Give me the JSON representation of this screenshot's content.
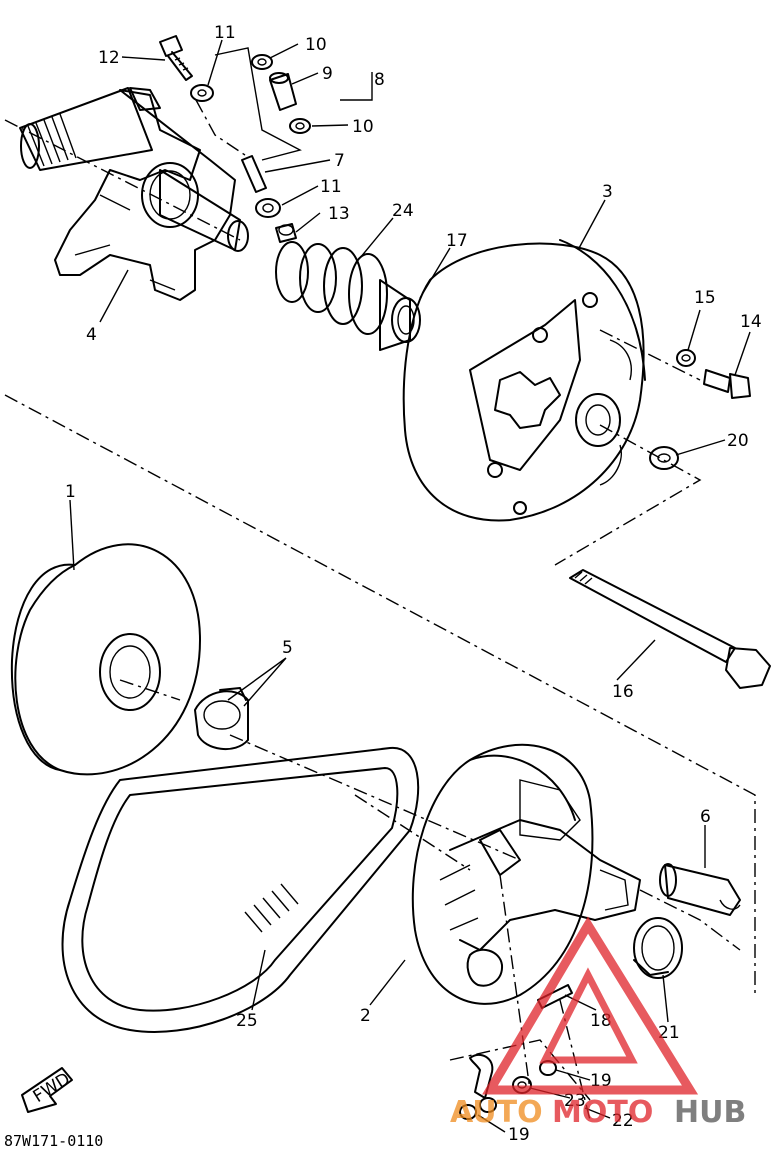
{
  "labels": {
    "p1": "1",
    "p2": "2",
    "p3": "3",
    "p4": "4",
    "p5": "5",
    "p6": "6",
    "p7": "7",
    "p8": "8",
    "p9": "9",
    "p10a": "10",
    "p10b": "10",
    "p11a": "11",
    "p11b": "11",
    "p12": "12",
    "p13": "13",
    "p14": "14",
    "p15": "15",
    "p16": "16",
    "p17": "17",
    "p19a": "19",
    "p19b": "19",
    "p18": "18",
    "p20": "20",
    "p21": "21",
    "p22": "22",
    "p23": "23",
    "p24": "24",
    "p25": "25"
  },
  "fwd_label": "FWD",
  "diagram_code": "87W171-0110",
  "watermark": {
    "part1": "AUTO",
    "part2": "MOTO",
    "part3": "HUB",
    "color_orange": "#f08c1e",
    "color_red": "#e0242a",
    "color_gray": "#555555"
  }
}
